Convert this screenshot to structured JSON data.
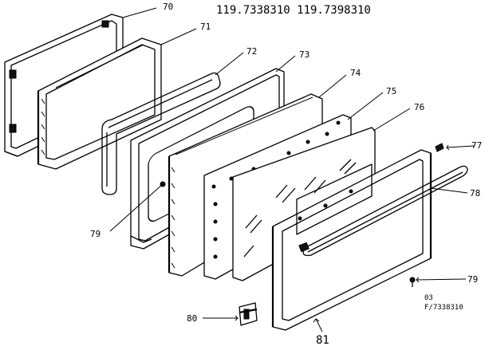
{
  "model_numbers": "119.7338310 119.7398310",
  "callouts": {
    "c70": "70",
    "c71": "71",
    "c72": "72",
    "c73": "73",
    "c74": "74",
    "c75": "75",
    "c76": "76",
    "c77": "77",
    "c78": "78",
    "c79a": "79",
    "c79b": "79",
    "c80": "80",
    "c81": "81"
  },
  "drawing_code": {
    "line1": "03",
    "line2": "F/7338310"
  }
}
